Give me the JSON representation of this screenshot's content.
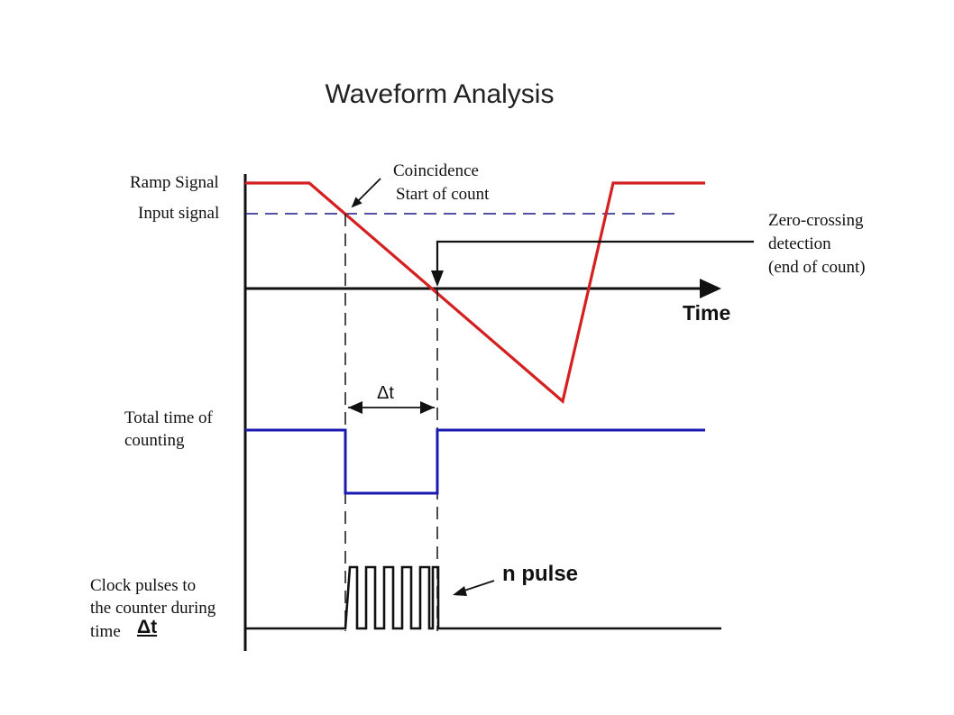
{
  "title": "Waveform Analysis",
  "labels": {
    "ramp_signal": "Ramp Signal",
    "input_signal": "Input signal",
    "coincidence_line1": "Coincidence",
    "coincidence_line2": "Start of count",
    "zero_line1": "Zero-crossing",
    "zero_line2": "detection",
    "zero_line3": "(end of count)",
    "time_axis": "Time",
    "delta_t": "Δt",
    "total_line1": "Total time of",
    "total_line2": "counting",
    "clock_line1": "Clock pulses to",
    "clock_line2": "the counter during",
    "clock_line3_prefix": "time",
    "clock_line3_delta": "Δt",
    "n_pulse": "n pulse"
  },
  "colors": {
    "ramp": "#d42020",
    "gate": "#1a1ab0",
    "input_dashed": "#1a1a80",
    "axis": "#111111"
  },
  "pulse_count": 5
}
